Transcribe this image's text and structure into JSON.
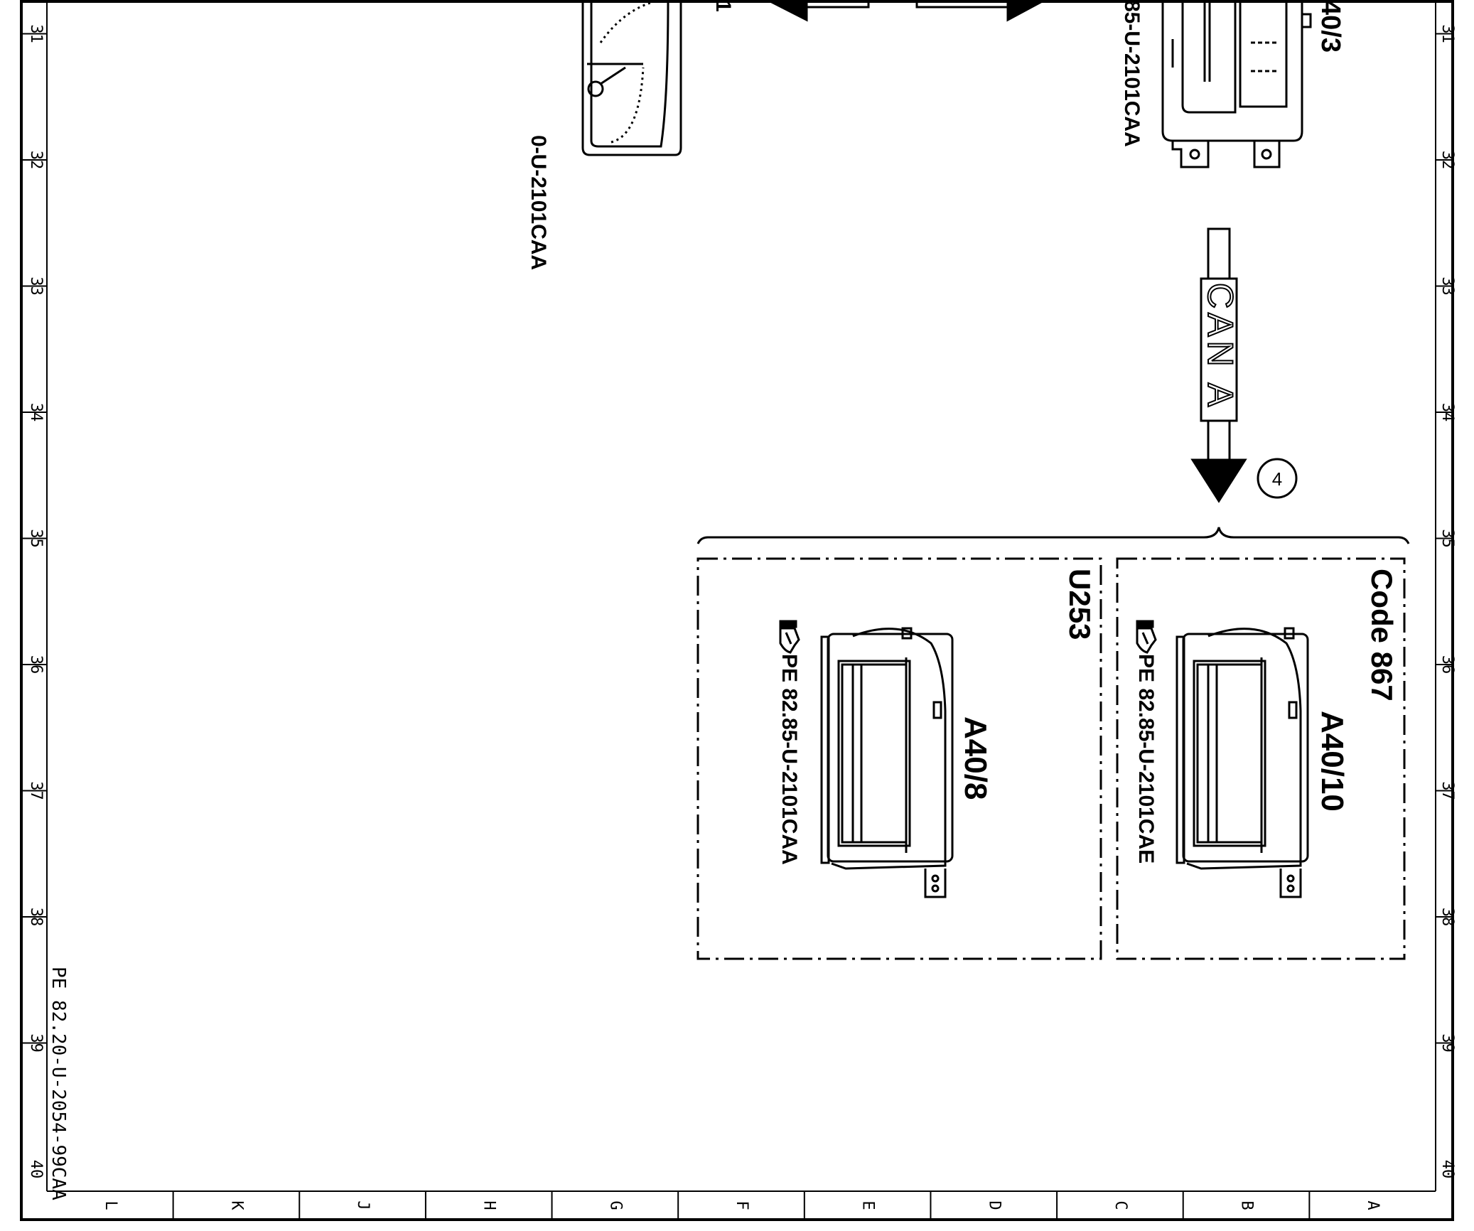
{
  "grid": {
    "rows": [
      "31",
      "32",
      "33",
      "34",
      "35",
      "36",
      "37",
      "38",
      "39",
      "40"
    ],
    "columns": [
      "L",
      "K",
      "J",
      "H",
      "G",
      "F",
      "E",
      "D",
      "C",
      "B",
      "A"
    ]
  },
  "drawing_number": "PE 82.20-U-2054-99CAA",
  "top_left_component": {
    "ref_partial": "0-U-2101CAA",
    "tag_partial": "1"
  },
  "top_right_component": {
    "designation_partial": "40/3",
    "ref_partial": "85-U-2101CAA"
  },
  "bus": {
    "label": "CAN A",
    "callout": "4"
  },
  "variant_right": {
    "code_label": "Code 867",
    "designation": "A40/10",
    "ref": "PE 82.85-U-2101CAE"
  },
  "variant_left": {
    "code_label": "U253",
    "designation": "A40/8",
    "ref": "PE 82.85-U-2101CAA"
  }
}
